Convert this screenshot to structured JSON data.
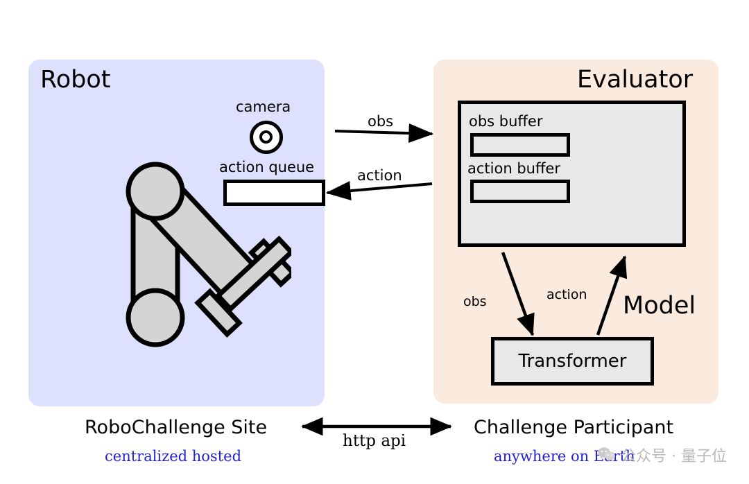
{
  "diagram": {
    "title_robot": "Robot",
    "title_evaluator": "Evaluator",
    "title_model": "Model"
  },
  "robot": {
    "camera_label": "camera",
    "camera_icon": "camera-lens-icon",
    "action_queue_label": "action queue",
    "action_queue_value": "",
    "arm_icon": "robot-arm-icon"
  },
  "evaluator": {
    "obs_buffer_label": "obs buffer",
    "obs_buffer_value": "",
    "action_buffer_label": "action buffer",
    "action_buffer_value": ""
  },
  "model": {
    "transformer_label": "Transformer",
    "obs_label": "obs",
    "action_label": "action"
  },
  "links": {
    "obs": "obs",
    "action": "action",
    "http_api": "http api"
  },
  "footer": {
    "left_title": "RoboChallenge Site",
    "left_subtitle": "centralized hosted",
    "right_title": "Challenge Participant",
    "right_subtitle": "anywhere on Earth"
  },
  "watermark": {
    "icon": "wechat-icon",
    "text": "公众号 · 量子位"
  },
  "colors": {
    "robot_panel": "#dee1fd",
    "evaluator_panel": "#fbeade",
    "box_fill": "#e8e8e8",
    "arm_fill": "#d4d4d4",
    "subtitle_blue": "#2222cc",
    "stroke": "#000000",
    "watermark_gray": "#b9b9b9"
  }
}
